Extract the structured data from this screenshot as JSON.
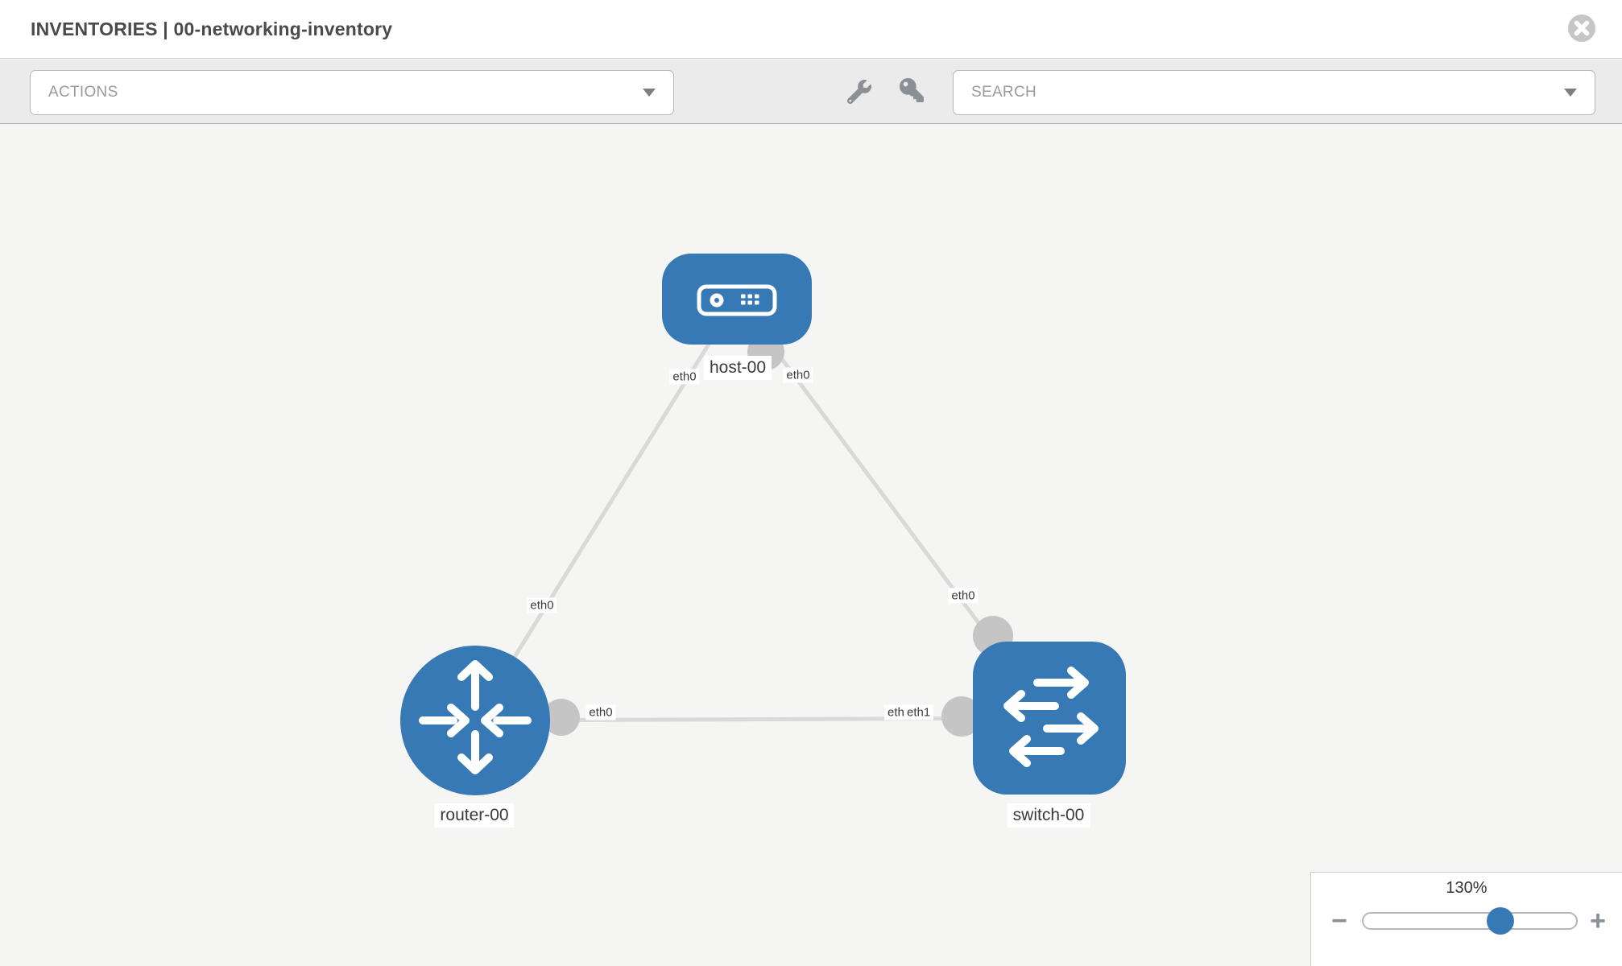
{
  "header": {
    "title": "INVENTORIES | 00-networking-inventory"
  },
  "toolbar": {
    "actions_label": "ACTIONS",
    "search_label": "SEARCH",
    "icons": [
      "wrench-icon",
      "key-icon",
      "caret-down-icon"
    ]
  },
  "topology": {
    "nodes": [
      {
        "name": "host-00",
        "type": "host",
        "shape": "rounded-rectangle",
        "icon": "host-icon"
      },
      {
        "name": "router-00",
        "type": "router",
        "shape": "circle",
        "icon": "router-arrows-icon"
      },
      {
        "name": "switch-00",
        "type": "switch",
        "shape": "rounded-square",
        "icon": "switch-arrows-icon"
      }
    ],
    "links": [
      {
        "source": "host-00",
        "source_interface": "eth0",
        "target": "router-00",
        "target_interface": "eth0"
      },
      {
        "source": "host-00",
        "source_interface": "eth0",
        "target": "switch-00",
        "target_interface": "eth0"
      },
      {
        "source": "router-00",
        "source_interface": "eth0",
        "target": "switch-00",
        "target_interface": "eth1"
      }
    ],
    "labels": {
      "host": "host-00",
      "router": "router-00",
      "switch": "switch-00",
      "host_iface_left": "eth0",
      "host_iface_right": "eth0",
      "router_link_iface": "eth0",
      "switch_link_iface": "eth0",
      "middle_link_left_iface": "eth0",
      "middle_link_right_iface_back": "eth0",
      "middle_link_right_iface_front": "eth1"
    }
  },
  "zoom_control": {
    "level": "130%",
    "minus_label": "−",
    "plus_label": "+"
  },
  "colors": {
    "node_blue": "#3679b5",
    "link_gray": "#d9d9d9",
    "interface_dot_gray": "#c5c5c5",
    "toolbar_bg": "#ebebeb",
    "canvas_bg": "#f5f5f4",
    "icon_gray": "#8b9096"
  }
}
